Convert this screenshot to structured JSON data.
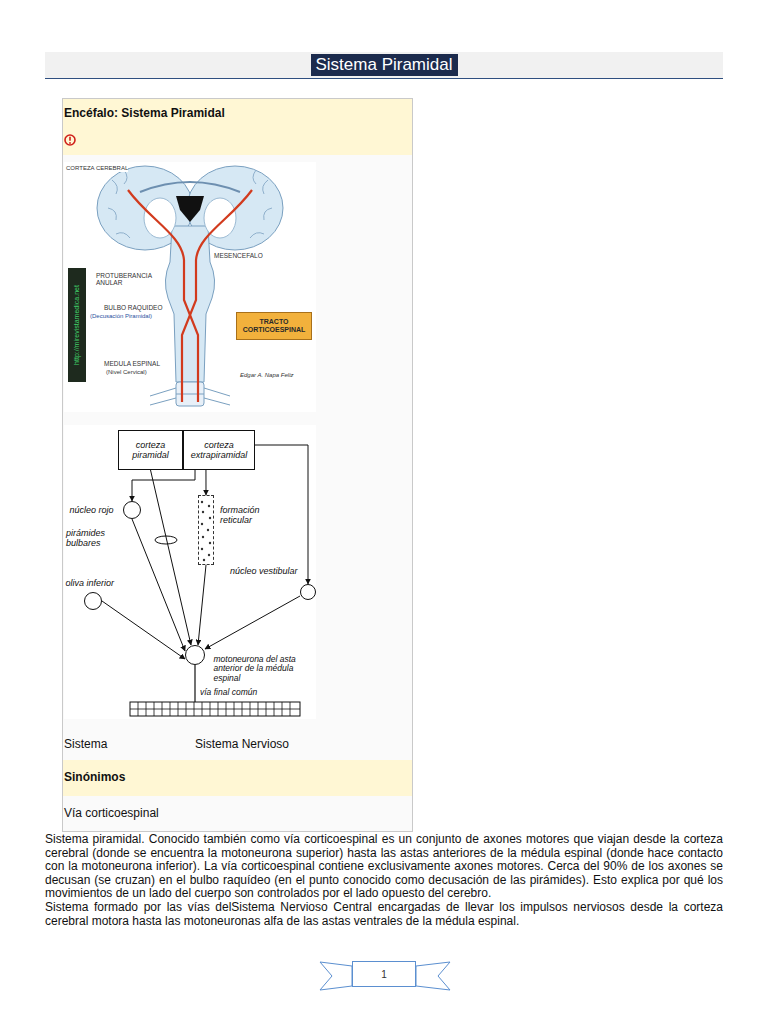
{
  "diagram": {
    "title": "Sistema Piramidal",
    "nodes": [
      {
        "text": [
          "Encéfalo: Sistema Piramidal"
        ]
      },
      {
        "text": [
          "TRACTO CORTICOESPINAL"
        ],
        "in": 0
      },
      {
        "text": [
          "corteza piramidal"
        ],
        "in": 0
      },
      {
        "text": [
          "corteza extrapiramidal"
        ],
        "in": 0
      },
      {
        "text": [
          "núcleo rojo"
        ],
        "in": 0
      },
      {
        "text": [
          "formación reticular"
        ],
        "in": 0
      },
      {
        "text": [
          "núcleo vestibular"
        ],
        "in": 0
      },
      {
        "text": [
          "oliva inferior"
        ],
        "in": 0
      },
      {
        "text": [
          "motoneurona del asta anterior de la médula espinal"
        ],
        "in": 0
      },
      {
        "text": [
          "1"
        ]
      }
    ],
    "edges": [
      {
        "from": 2,
        "to": 8,
        "arrow": "to"
      },
      {
        "from": 3,
        "to": 4,
        "arrow": "to"
      },
      {
        "from": 3,
        "to": 5,
        "arrow": "to"
      },
      {
        "from": 3,
        "to": 6,
        "arrow": "to"
      },
      {
        "from": 4,
        "to": 8,
        "arrow": "to"
      },
      {
        "from": 5,
        "to": 8,
        "arrow": "to"
      },
      {
        "from": 6,
        "to": 8,
        "arrow": "to"
      },
      {
        "from": 7,
        "to": 8,
        "arrow": "to"
      }
    ],
    "labels": [
      "CORTEZA CEREBRAL",
      "MESENCEFALO",
      "PROTUBERANCIA ANULAR",
      "BULBO RAQUIDEO",
      "(Decusación Piramidal)",
      "MEDULA ESPINAL",
      "(Nivel Cervical)",
      "http://mirevistamedica.net",
      "Edgar A. Napa Feliz",
      "pirámides bulbares",
      "vía final común",
      "Sistema",
      "Sistema Nervioso",
      "Sinónimos",
      "Vía corticoespinal",
      "Sistema piramidal. Conocido también como vía corticoespinal es un conjunto de axones motores que viajan desde la corteza cerebral (donde se encuentra la motoneurona superior) hasta las astas anteriores de la médula espinal (donde hace contacto con la motoneurona inferior). La vía corticoespinal contiene exclusivamente axones motores. Cerca del 90% de los axones se decusan (se cruzan) en el bulbo raquídeo (en el punto conocido como decusación de las pirámides). Esto explica por qué los movimientos de un lado del cuerpo son controlados por el lado opuesto del cerebro.",
      "Sistema formado por las vías delSistema Nervioso Central encargadas de llevar los impulsos nerviosos desde la corteza cerebral motora hasta las motoneuronas alfa de las astas ventrales de la médula espinal."
    ]
  }
}
